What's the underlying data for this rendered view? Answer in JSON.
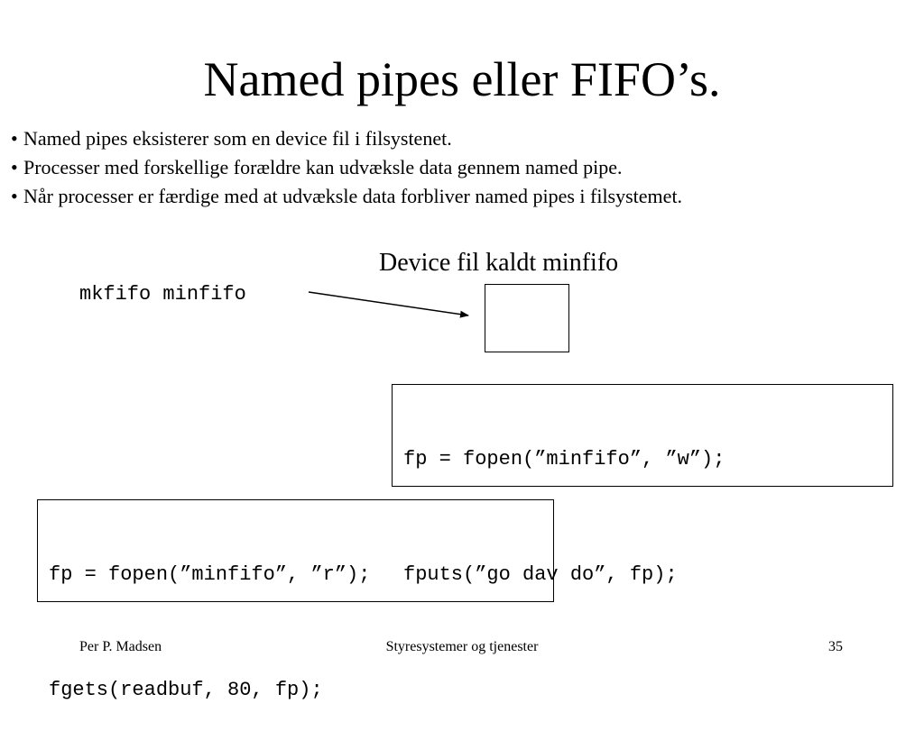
{
  "slide": {
    "title": "Named pipes eller FIFO’s.",
    "bullets": [
      "Named pipes eksisterer som en device fil i filsystenet.",
      "Processer med forskellige forældre kan udvæksle data gennem named pipe.",
      "Når processer er færdige med at udvæksle data forbliver named pipes i filsystemet."
    ],
    "bullet_symbol": "•"
  },
  "diagram": {
    "device_label": "Device fil kaldt minfifo",
    "command": "mkfifo minfifo",
    "writer_code": [
      "fp = fopen(”minfifo”, ”w”);",
      "fputs(”go dav do”, fp);"
    ],
    "reader_code": [
      "fp = fopen(”minfifo”, ”r”);",
      "fgets(readbuf, 80, fp);"
    ]
  },
  "footer": {
    "author": "Per P. Madsen",
    "course": "Styresystemer og tjenester",
    "page_number": "35"
  }
}
